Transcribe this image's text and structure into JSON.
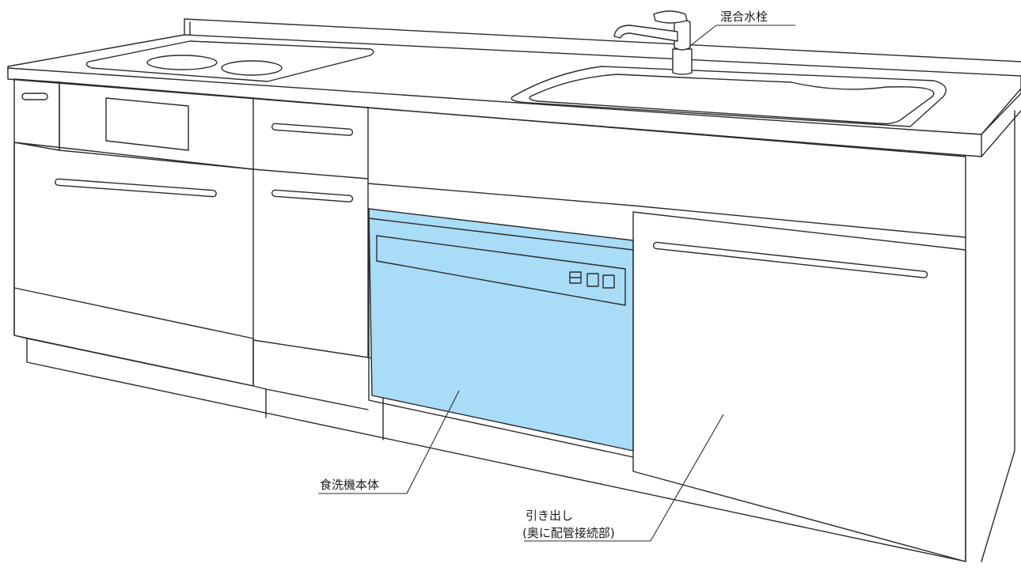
{
  "labels": {
    "faucet": "混合水栓",
    "dishwasher": "食洗機本体",
    "drawer_line1": "引き出し",
    "drawer_line2": "(奥に配管接続部)"
  },
  "colors": {
    "dishwasher_fill": "#a8dcf7",
    "line": "#2b2b2b"
  }
}
